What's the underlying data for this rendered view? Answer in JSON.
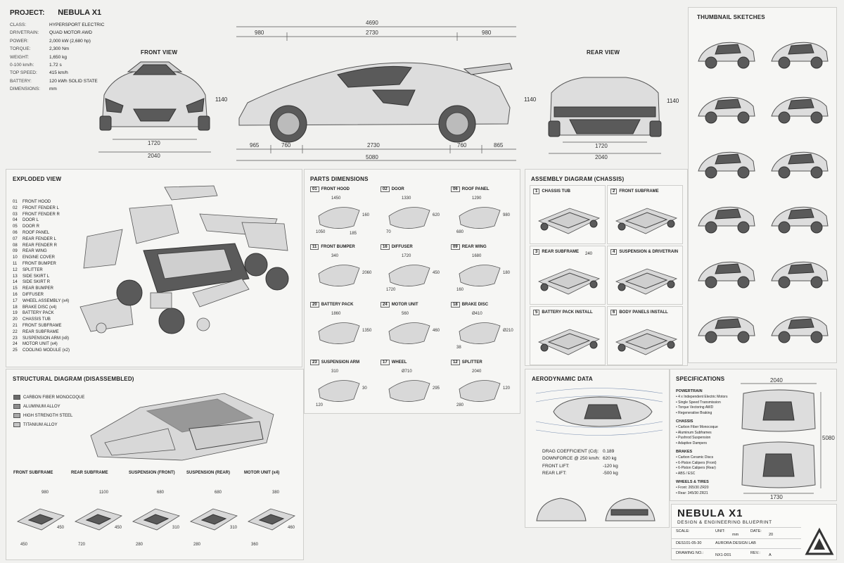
{
  "project": {
    "label": "PROJECT:",
    "name": "NEBULA  X1",
    "specs": [
      {
        "k": "CLASS:",
        "v": "HYPERSPORT ELECTRIC"
      },
      {
        "k": "DRIVETRAIN:",
        "v": "QUAD MOTOR AWD"
      },
      {
        "k": "POWER:",
        "v": "2,000 kW (2,680 hp)"
      },
      {
        "k": "TORQUE:",
        "v": "2,300 Nm"
      },
      {
        "k": "WEIGHT:",
        "v": "1,650 kg"
      },
      {
        "k": "0-100 km/h:",
        "v": "1.72 s"
      },
      {
        "k": "TOP SPEED:",
        "v": "415 km/h"
      },
      {
        "k": "BATTERY:",
        "v": "120 kWh SOLID STATE"
      },
      {
        "k": "DIMENSIONS:",
        "v": "mm"
      }
    ]
  },
  "views": {
    "front": "FRONT VIEW",
    "rear": "REAR VIEW",
    "thumbs": "THUMBNAIL SKETCHES"
  },
  "dims": {
    "front_w1": "1720",
    "front_w2": "2040",
    "front_h": "1140",
    "top_total": "4690",
    "top_a": "980",
    "top_b": "2730",
    "top_c": "980",
    "bot_a": "965",
    "bot_b": "760",
    "bot_c": "2730",
    "bot_d": "760",
    "bot_e": "865",
    "bot_total": "5080",
    "rear_w1": "1720",
    "rear_w2": "2040",
    "rear_h": "1140",
    "side_h": "1140"
  },
  "exploded": {
    "title": "EXPLODED VIEW",
    "items": [
      {
        "n": "01",
        "t": "FRONT HOOD"
      },
      {
        "n": "02",
        "t": "FRONT FENDER L"
      },
      {
        "n": "03",
        "t": "FRONT FENDER R"
      },
      {
        "n": "04",
        "t": "DOOR L"
      },
      {
        "n": "05",
        "t": "DOOR R"
      },
      {
        "n": "06",
        "t": "ROOF PANEL"
      },
      {
        "n": "07",
        "t": "REAR FENDER L"
      },
      {
        "n": "08",
        "t": "REAR FENDER R"
      },
      {
        "n": "09",
        "t": "REAR WING"
      },
      {
        "n": "10",
        "t": "ENGINE COVER"
      },
      {
        "n": "11",
        "t": "FRONT BUMPER"
      },
      {
        "n": "12",
        "t": "SPLITTER"
      },
      {
        "n": "13",
        "t": "SIDE SKIRT L"
      },
      {
        "n": "14",
        "t": "SIDE SKIRT R"
      },
      {
        "n": "15",
        "t": "REAR BUMPER"
      },
      {
        "n": "16",
        "t": "DIFFUSER"
      },
      {
        "n": "17",
        "t": "WHEEL ASSEMBLY (x4)"
      },
      {
        "n": "18",
        "t": "BRAKE DISC (x4)"
      },
      {
        "n": "19",
        "t": "BATTERY PACK"
      },
      {
        "n": "20",
        "t": "CHASSIS TUB"
      },
      {
        "n": "21",
        "t": "FRONT SUBFRAME"
      },
      {
        "n": "22",
        "t": "REAR SUBFRAME"
      },
      {
        "n": "23",
        "t": "SUSPENSION ARM (x8)"
      },
      {
        "n": "24",
        "t": "MOTOR UNIT (x4)"
      },
      {
        "n": "25",
        "t": "COOLING MODULE (x2)"
      }
    ]
  },
  "parts": {
    "title": "PARTS DIMENSIONS",
    "cells": [
      {
        "n": "01",
        "t": "FRONT HOOD",
        "d": [
          "1450",
          "160",
          "1050",
          "185"
        ]
      },
      {
        "n": "02",
        "t": "DOOR",
        "d": [
          "1330",
          "620",
          "70"
        ]
      },
      {
        "n": "06",
        "t": "ROOF PANEL",
        "d": [
          "1290",
          "980",
          "680"
        ]
      },
      {
        "n": "11",
        "t": "FRONT BUMPER",
        "d": [
          "340",
          "2060"
        ]
      },
      {
        "n": "16",
        "t": "DIFFUSER",
        "d": [
          "1720",
          "450",
          "1720"
        ]
      },
      {
        "n": "09",
        "t": "REAR WING",
        "d": [
          "1680",
          "180",
          "160"
        ]
      },
      {
        "n": "20",
        "t": "BATTERY PACK",
        "d": [
          "1860",
          "1350"
        ]
      },
      {
        "n": "24",
        "t": "MOTOR UNIT",
        "d": [
          "560",
          "460"
        ]
      },
      {
        "n": "18",
        "t": "BRAKE DISC",
        "d": [
          "Ø410",
          "Ø210",
          "38"
        ]
      },
      {
        "n": "23",
        "t": "SUSPENSION ARM",
        "d": [
          "310",
          "30",
          "120"
        ]
      },
      {
        "n": "17",
        "t": "WHEEL",
        "d": [
          "Ø710",
          "295"
        ]
      },
      {
        "n": "12",
        "t": "SPLITTER",
        "d": [
          "2040",
          "120",
          "280"
        ]
      }
    ]
  },
  "assembly": {
    "title": "ASSEMBLY DIAGRAM (CHASSIS)",
    "cells": [
      {
        "n": "1",
        "t": "CHASSIS TUB"
      },
      {
        "n": "2",
        "t": "FRONT SUBFRAME"
      },
      {
        "n": "3",
        "t": "REAR SUBFRAME",
        "d": "240"
      },
      {
        "n": "4",
        "t": "SUSPENSION & DRIVETRAIN"
      },
      {
        "n": "5",
        "t": "BATTERY PACK INSTALL"
      },
      {
        "n": "6",
        "t": "BODY PANELS INSTALL"
      }
    ]
  },
  "structural": {
    "title": "STRUCTURAL DIAGRAM (DISASSEMBLED)",
    "legend": [
      "CARBON FIBER MONOCOQUE",
      "ALUMINUM ALLOY",
      "HIGH STRENGTH STEEL",
      "TITANIUM ALLOY"
    ],
    "legend_colors": [
      "#6a6a6a",
      "#8d8d8d",
      "#a9a9a9",
      "#c6c6c6"
    ],
    "subs": [
      {
        "t": "FRONT SUBFRAME",
        "d": [
          "980",
          "450",
          "450"
        ]
      },
      {
        "t": "REAR SUBFRAME",
        "d": [
          "1100",
          "450",
          "720"
        ]
      },
      {
        "t": "SUSPENSION (FRONT)",
        "d": [
          "680",
          "310",
          "280"
        ]
      },
      {
        "t": "SUSPENSION (REAR)",
        "d": [
          "680",
          "310",
          "280"
        ]
      },
      {
        "t": "MOTOR UNIT (x4)",
        "d": [
          "380",
          "460",
          "360"
        ]
      }
    ]
  },
  "aero": {
    "title": "AERODYNAMIC DATA",
    "rows": [
      {
        "k": "DRAG COEFFICIENT (Cd):",
        "v": "0.189"
      },
      {
        "k": "DOWNFORCE @ 250 km/h:",
        "v": "620 kg"
      },
      {
        "k": "FRONT LIFT:",
        "v": "-120 kg"
      },
      {
        "k": "REAR LIFT:",
        "v": "-500 kg"
      }
    ]
  },
  "specifications": {
    "title": "SPECIFICATIONS",
    "groups": [
      {
        "h": "POWERTRAIN",
        "items": [
          "4 x Independent Electric Motors",
          "Single Speed Transmission",
          "Torque Vectoring AWD",
          "Regenerative Braking"
        ]
      },
      {
        "h": "CHASSIS",
        "items": [
          "Carbon Fiber Monocoque",
          "Aluminum Subframes",
          "Pushrod Suspension",
          "Adaptive Dampers"
        ]
      },
      {
        "h": "BRAKES",
        "items": [
          "Carbon Ceramic Discs",
          "6-Piston Calipers (Front)",
          "6-Piston Calipers (Rear)",
          "ABS / ESC"
        ]
      },
      {
        "h": "WHEELS & TIRES",
        "items": [
          "Front: 265/30 ZR20",
          "Rear: 345/30 ZR21"
        ]
      }
    ],
    "dims": {
      "w": "2040",
      "l": "5080",
      "b": "1730"
    }
  },
  "titleblock": {
    "name": "NEBULA  X1",
    "sub": "DESIGN & ENGINEERING BLUEPRINT",
    "scale_k": "SCALE:",
    "unit_k": "UNIT:",
    "unit_v": "mm",
    "date_k": "DATE:",
    "date_v": "20",
    "code": "DES101-05-30",
    "lab": "AURORA DESIGN LAB",
    "drawing_k": "DRAWING NO.:",
    "drawing_v": "NX1-D01",
    "rev_k": "REV.:",
    "rev_v": "A"
  }
}
